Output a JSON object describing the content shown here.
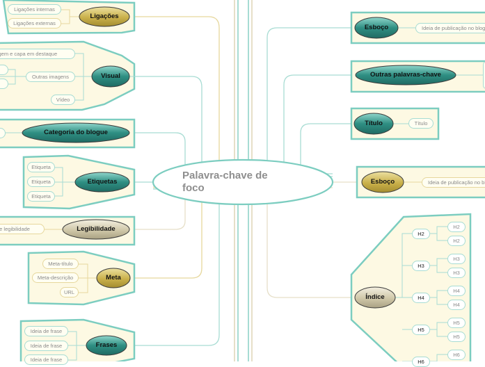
{
  "central": {
    "line1": "Palavra-chave de",
    "line2": "foco"
  },
  "colors": {
    "teal": "#2e8c80",
    "gold": "#c8b24a",
    "beige": "#cfc6a6",
    "panel": "#fdf9e3",
    "border": "#7ccdc0"
  },
  "left": {
    "ligacoes": {
      "title": "Ligações",
      "items": [
        "Ligações internas",
        "Ligações externas"
      ]
    },
    "visual": {
      "title": "Visual",
      "items": [
        "Imagem e capa em destaque",
        "Outras imagens",
        "Vídeo"
      ]
    },
    "categoria": {
      "title": "Categoria do blogue"
    },
    "etiquetas": {
      "title": "Etiquetas",
      "items": [
        "Etiqueta",
        "Etiqueta",
        "Etiqueta"
      ]
    },
    "legibilidade": {
      "title": "Legibilidade",
      "items": [
        "Teste de legibilidade"
      ]
    },
    "meta": {
      "title": "Meta",
      "items": [
        "Meta-título",
        "Meta-descrição",
        "URL"
      ]
    },
    "frases": {
      "title": "Frases",
      "items": [
        "Ideia de frase",
        "Ideia de frase",
        "Ideia de frase"
      ]
    }
  },
  "right": {
    "esboco1": {
      "title": "Esboço",
      "items": [
        "Ideia de publicação no blogue"
      ]
    },
    "outras": {
      "title": "Outras palavras-chave"
    },
    "titulo": {
      "title": "Título",
      "items": [
        "Título"
      ]
    },
    "esboco2": {
      "title": "Esboço",
      "items": [
        "Ideia de publicação no blogue"
      ]
    },
    "indice": {
      "title": "Índice",
      "headings": [
        {
          "label": "H2",
          "subs": [
            "H2",
            "H2"
          ]
        },
        {
          "label": "H3",
          "subs": [
            "H3",
            "H3"
          ]
        },
        {
          "label": "H4",
          "subs": [
            "H4",
            "H4"
          ]
        },
        {
          "label": "H5",
          "subs": [
            "H5",
            "H5"
          ]
        },
        {
          "label": "H6",
          "subs": [
            "H6"
          ]
        }
      ]
    }
  }
}
